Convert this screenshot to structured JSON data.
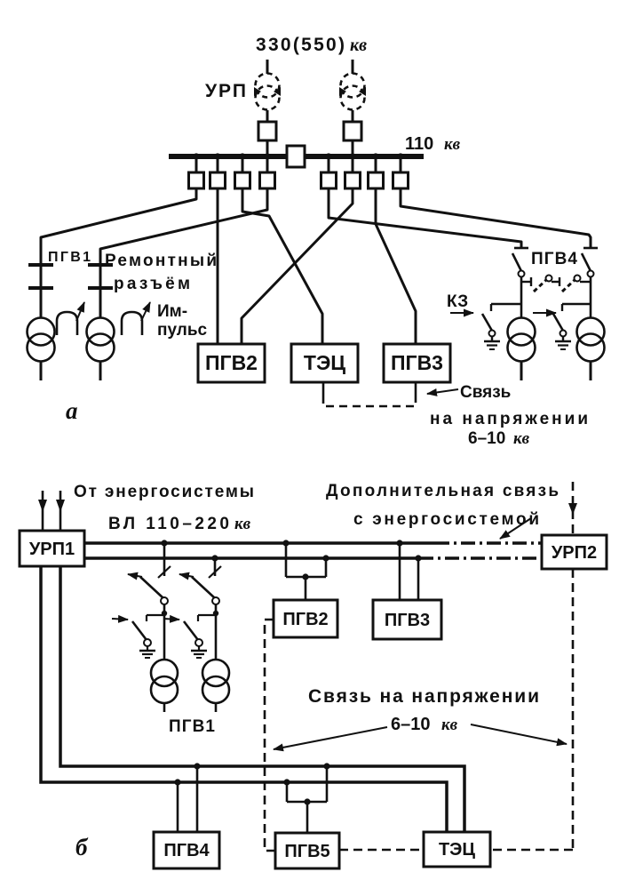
{
  "figure": {
    "part_a": {
      "label": "а",
      "voltage_top": "330(550)",
      "voltage_top_unit": "кв",
      "urp_label": "УРП",
      "bus_voltage": "110",
      "bus_voltage_unit": "кв",
      "pgv1_label": "ПГВ1",
      "repair_joint_line1": "Ремонтный",
      "repair_joint_line2": "разъём",
      "impulse_line1": "Им-",
      "impulse_line2": "пульс",
      "pgv2_label": "ПГВ2",
      "tets_label": "ТЭЦ",
      "pgv3_label": "ПГВ3",
      "pgv4_label": "ПГВ4",
      "kz_label": "КЗ",
      "link_note_line1": "Связь",
      "link_note_line2": "на напряжении",
      "link_note_line3_num": "6–10",
      "link_note_line3_unit": "кв"
    },
    "part_b": {
      "label": "б",
      "from_grid_label": "От энергосистемы",
      "line_label": "ВЛ 110–220",
      "line_label_unit": "кв",
      "extra_link_line1": "Дополнительная связь",
      "extra_link_line2": "с энергосистемой",
      "urp1_label": "УРП1",
      "urp2_label": "УРП2",
      "pgv1_label": "ПГВ1",
      "pgv2_label": "ПГВ2",
      "pgv3_label": "ПГВ3",
      "pgv4_label": "ПГВ4",
      "pgv5_label": "ПГВ5",
      "tets_label": "ТЭЦ",
      "link_note_line1": "Связь на напряжении",
      "link_note_line2_num": "6–10",
      "link_note_line2_unit": "кв"
    }
  }
}
